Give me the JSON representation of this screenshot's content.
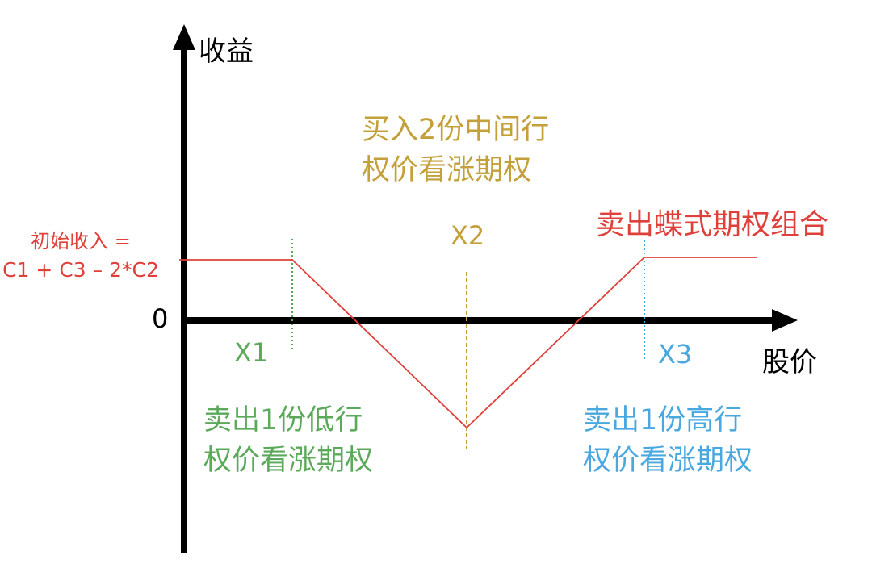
{
  "axes": {
    "y_label": "收益",
    "x_label": "股价",
    "zero": "0"
  },
  "title": "卖出蝶式期权组合",
  "initial_income": {
    "line1": "初始收入 =",
    "line2": "C1 + C3 – 2*C2"
  },
  "strikes": {
    "x1": "X1",
    "x2": "X2",
    "x3": "X3"
  },
  "legs": {
    "low": {
      "line1": "卖出1份低行",
      "line2": "权价看涨期权"
    },
    "mid": {
      "line1": "买入2份中间行",
      "line2": "权价看涨期权"
    },
    "high": {
      "line1": "卖出1份高行",
      "line2": "权价看涨期权"
    }
  },
  "colors": {
    "payoff": "#e0403a",
    "low": "#5aaa5a",
    "mid": "#c4a03a",
    "high": "#4aa8e0",
    "axis": "#000000"
  }
}
